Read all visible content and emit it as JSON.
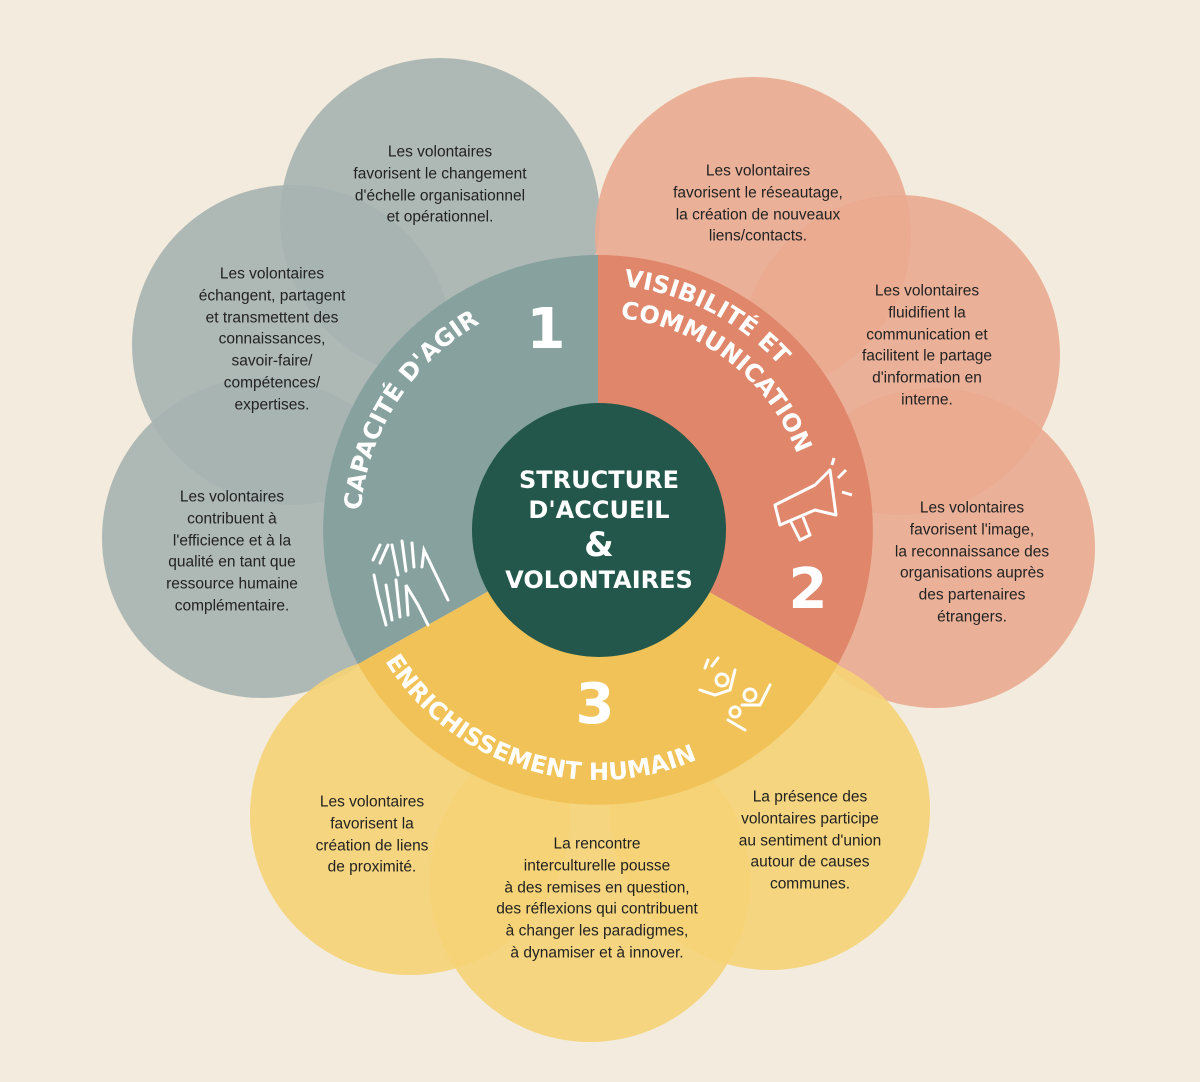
{
  "center": {
    "line1": "STRUCTURE",
    "line2": "D'ACCUEIL",
    "amp": "&",
    "line3": "VOLONTAIRES"
  },
  "sections": [
    {
      "number": "1",
      "title": "CAPACITÉ D'AGIR",
      "icon": "clapping-hands-icon",
      "color": "#87a19f",
      "petal_color": "#a6b4b1",
      "petals": [
        "Les volontaires\nfavorisent le changement\nd'échelle organisationnel\net opérationnel.",
        "Les volontaires\néchangent, partagent\net transmettent des\nconnaissances,\nsavoir-faire/\ncompétences/\nexpertises.",
        "Les volontaires\ncontribuent à\nl'efficience et à la\nqualité en tant que\nressource humaine\ncomplémentaire."
      ]
    },
    {
      "number": "2",
      "title_line1": "VISIBILITÉ ET",
      "title_line2": "COMMUNICATION",
      "icon": "megaphone-icon",
      "color": "#e0866a",
      "petal_color": "#eaab90",
      "petals": [
        "Les volontaires\nfavorisent le réseautage,\nla création de nouveaux\nliens/contacts.",
        "Les volontaires\nfluidifient la\ncommunication et\nfacilitent le partage\nd'information en\ninterne.",
        "Les volontaires\nfavorisent l'image,\nla reconnaissance des\norganisations auprès\ndes partenaires\nétrangers."
      ]
    },
    {
      "number": "3",
      "title": "ENRICHISSEMENT HUMAIN",
      "icon": "celebrating-people-icon",
      "color": "#f0c257",
      "petal_color": "#f5d276",
      "petals": [
        "Les volontaires\nfavorisent la\ncréation de liens\nde proximité.",
        "La rencontre\ninterculturelle pousse\nà des remises en question,\ndes réflexions qui contribuent\nà changer les paradigmes,\nà dynamiser et à innover.",
        "La présence des\nvolontaires participe\nau sentiment d'union\nautour de causes\ncommunes."
      ]
    }
  ],
  "colors": {
    "background": "#f3ebdd",
    "center": "#23574b"
  }
}
